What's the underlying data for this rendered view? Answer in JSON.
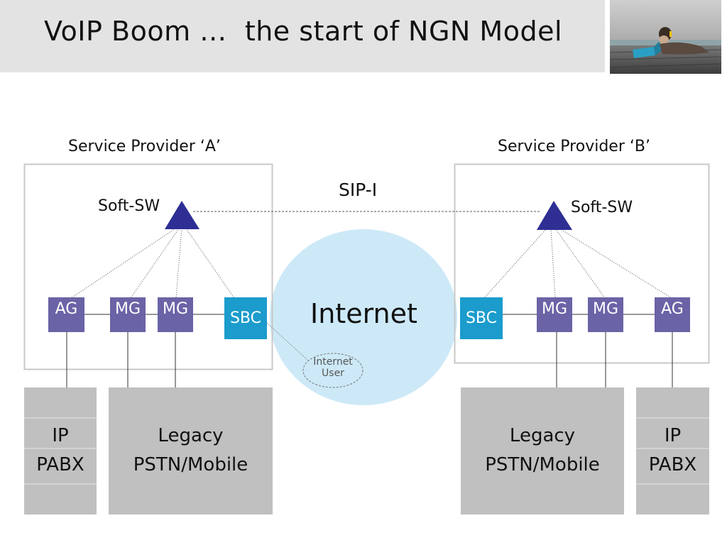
{
  "slide": {
    "title": "VoIP Boom …  the start of NGN Model"
  },
  "photo": {
    "description_icon": "person-with-laptop-on-beach-photo"
  },
  "diagram": {
    "sip_label": "SIP-I",
    "internet_label": "Internet",
    "internet_user_line1": "Internet",
    "internet_user_line2": "User",
    "provider_a": {
      "title": "Service Provider ‘A’",
      "softswitch": "Soft-SW",
      "nodes": [
        "AG",
        "MG",
        "MG",
        "SBC"
      ],
      "ip_pabx": [
        "IP",
        "PABX"
      ],
      "legacy": [
        "Legacy",
        "PSTN/Mobile"
      ]
    },
    "provider_b": {
      "title": "Service Provider ‘B’",
      "softswitch": "Soft-SW",
      "nodes": [
        "SBC",
        "MG",
        "MG",
        "AG"
      ],
      "ip_pabx": [
        "IP",
        "PABX"
      ],
      "legacy": [
        "Legacy",
        "PSTN/Mobile"
      ]
    }
  },
  "colors": {
    "gateway": "#6a63a6",
    "sbc": "#1b9ccc",
    "softswitch": "#2e2e94",
    "internet_cloud": "#cde9f8",
    "network_block": "#c0c0c0",
    "provider_border": "#c8c8c8"
  }
}
